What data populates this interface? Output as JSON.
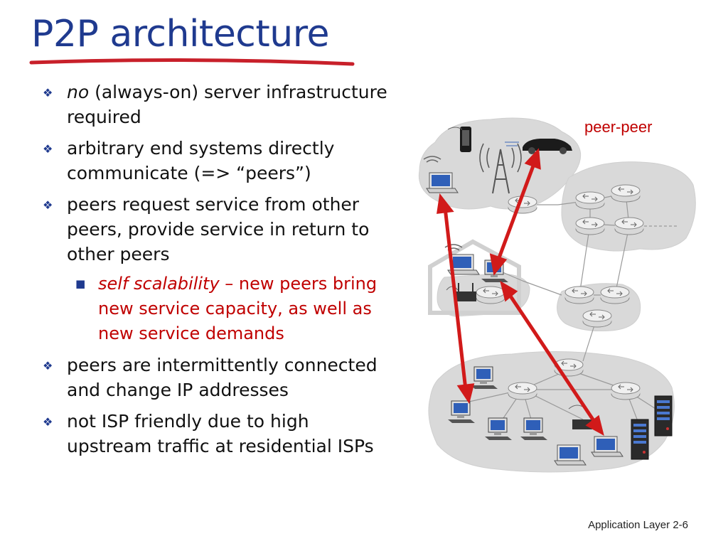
{
  "slide": {
    "title": "P2P architecture",
    "footer": "Application Layer 2-6",
    "accent_title_color": "#1f3a8f",
    "accent_red": "#c00000"
  },
  "bullets": [
    {
      "lead_italic": "no",
      "text": " (always-on) server infrastructure required"
    },
    {
      "text": "arbitrary end systems directly communicate (=> “peers”)"
    },
    {
      "text": "peers request service from other peers, provide service in return to other peers"
    }
  ],
  "sub_bullet": {
    "lead_italic": "self scalability",
    "text": " – new peers bring new service capacity, as well as new service demands"
  },
  "bullets_after": [
    {
      "text": "peers are intermittently connected and change IP addresses"
    },
    {
      "text": "not ISP friendly due to high upstream traffic at residential ISPs"
    }
  ],
  "diagram": {
    "label": "peer-peer",
    "icons": {
      "router": "router-icon",
      "laptop": "laptop-icon",
      "desktop": "desktop-icon",
      "server": "server-icon",
      "phone": "phone-icon",
      "car": "car-icon",
      "tower": "cell-tower-icon",
      "wifi": "wifi-router-icon"
    }
  }
}
